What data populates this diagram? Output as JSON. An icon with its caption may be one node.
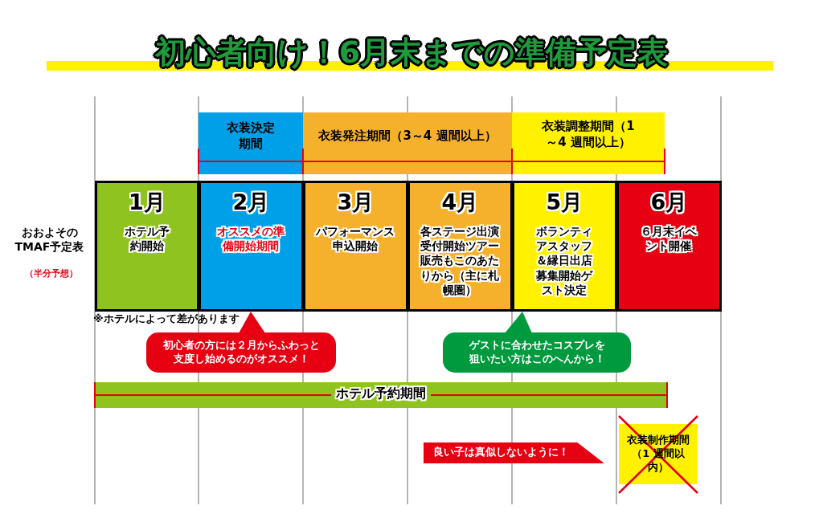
{
  "diagram": {
    "title": "初心者向け！6月末までの準備予定表",
    "nodes": [
      {
        "text": [
          "衣装決定期間"
        ]
      },
      {
        "text": [
          "衣装発注期間（3～4 週間以上）"
        ]
      },
      {
        "text": [
          "衣装調整期間（1～4 週間以上）"
        ]
      },
      {
        "text": [
          "1月",
          "ホテル予約開始"
        ]
      },
      {
        "text": [
          "2月",
          "オススメの準備開始期間"
        ]
      },
      {
        "text": [
          "3月",
          "パフォーマンス申込開始"
        ]
      },
      {
        "text": [
          "4月",
          "各ステージ出演受付開始ツアー販売もこのあたりから（主に札幌圏）"
        ]
      },
      {
        "text": [
          "5月",
          "ボランティアスタッフ＆縁日出店募集開始ゲスト決定"
        ]
      },
      {
        "text": [
          "6月",
          "６月末イベント開催"
        ]
      },
      {
        "text": [
          "初心者の方には２月からふわっと支度し始めるのがオススメ！"
        ]
      },
      {
        "text": [
          "ゲストに合わせたコスプレを狙いたい方はこのへんから！"
        ]
      },
      {
        "text": [
          "ホテル予約期間"
        ]
      },
      {
        "text": [
          "良い子は真似しないように！"
        ]
      },
      {
        "text": [
          "衣装制作期間（1 週間以内）"
        ]
      }
    ],
    "edges": [
      {
        "from": 9,
        "to": 4,
        "arrow": "to"
      },
      {
        "from": 10,
        "to": 7,
        "arrow": "to"
      }
    ],
    "labels": [
      "おおよそのTMAF予定表",
      "（半分予想）",
      "※ホテルによって差があります"
    ]
  }
}
